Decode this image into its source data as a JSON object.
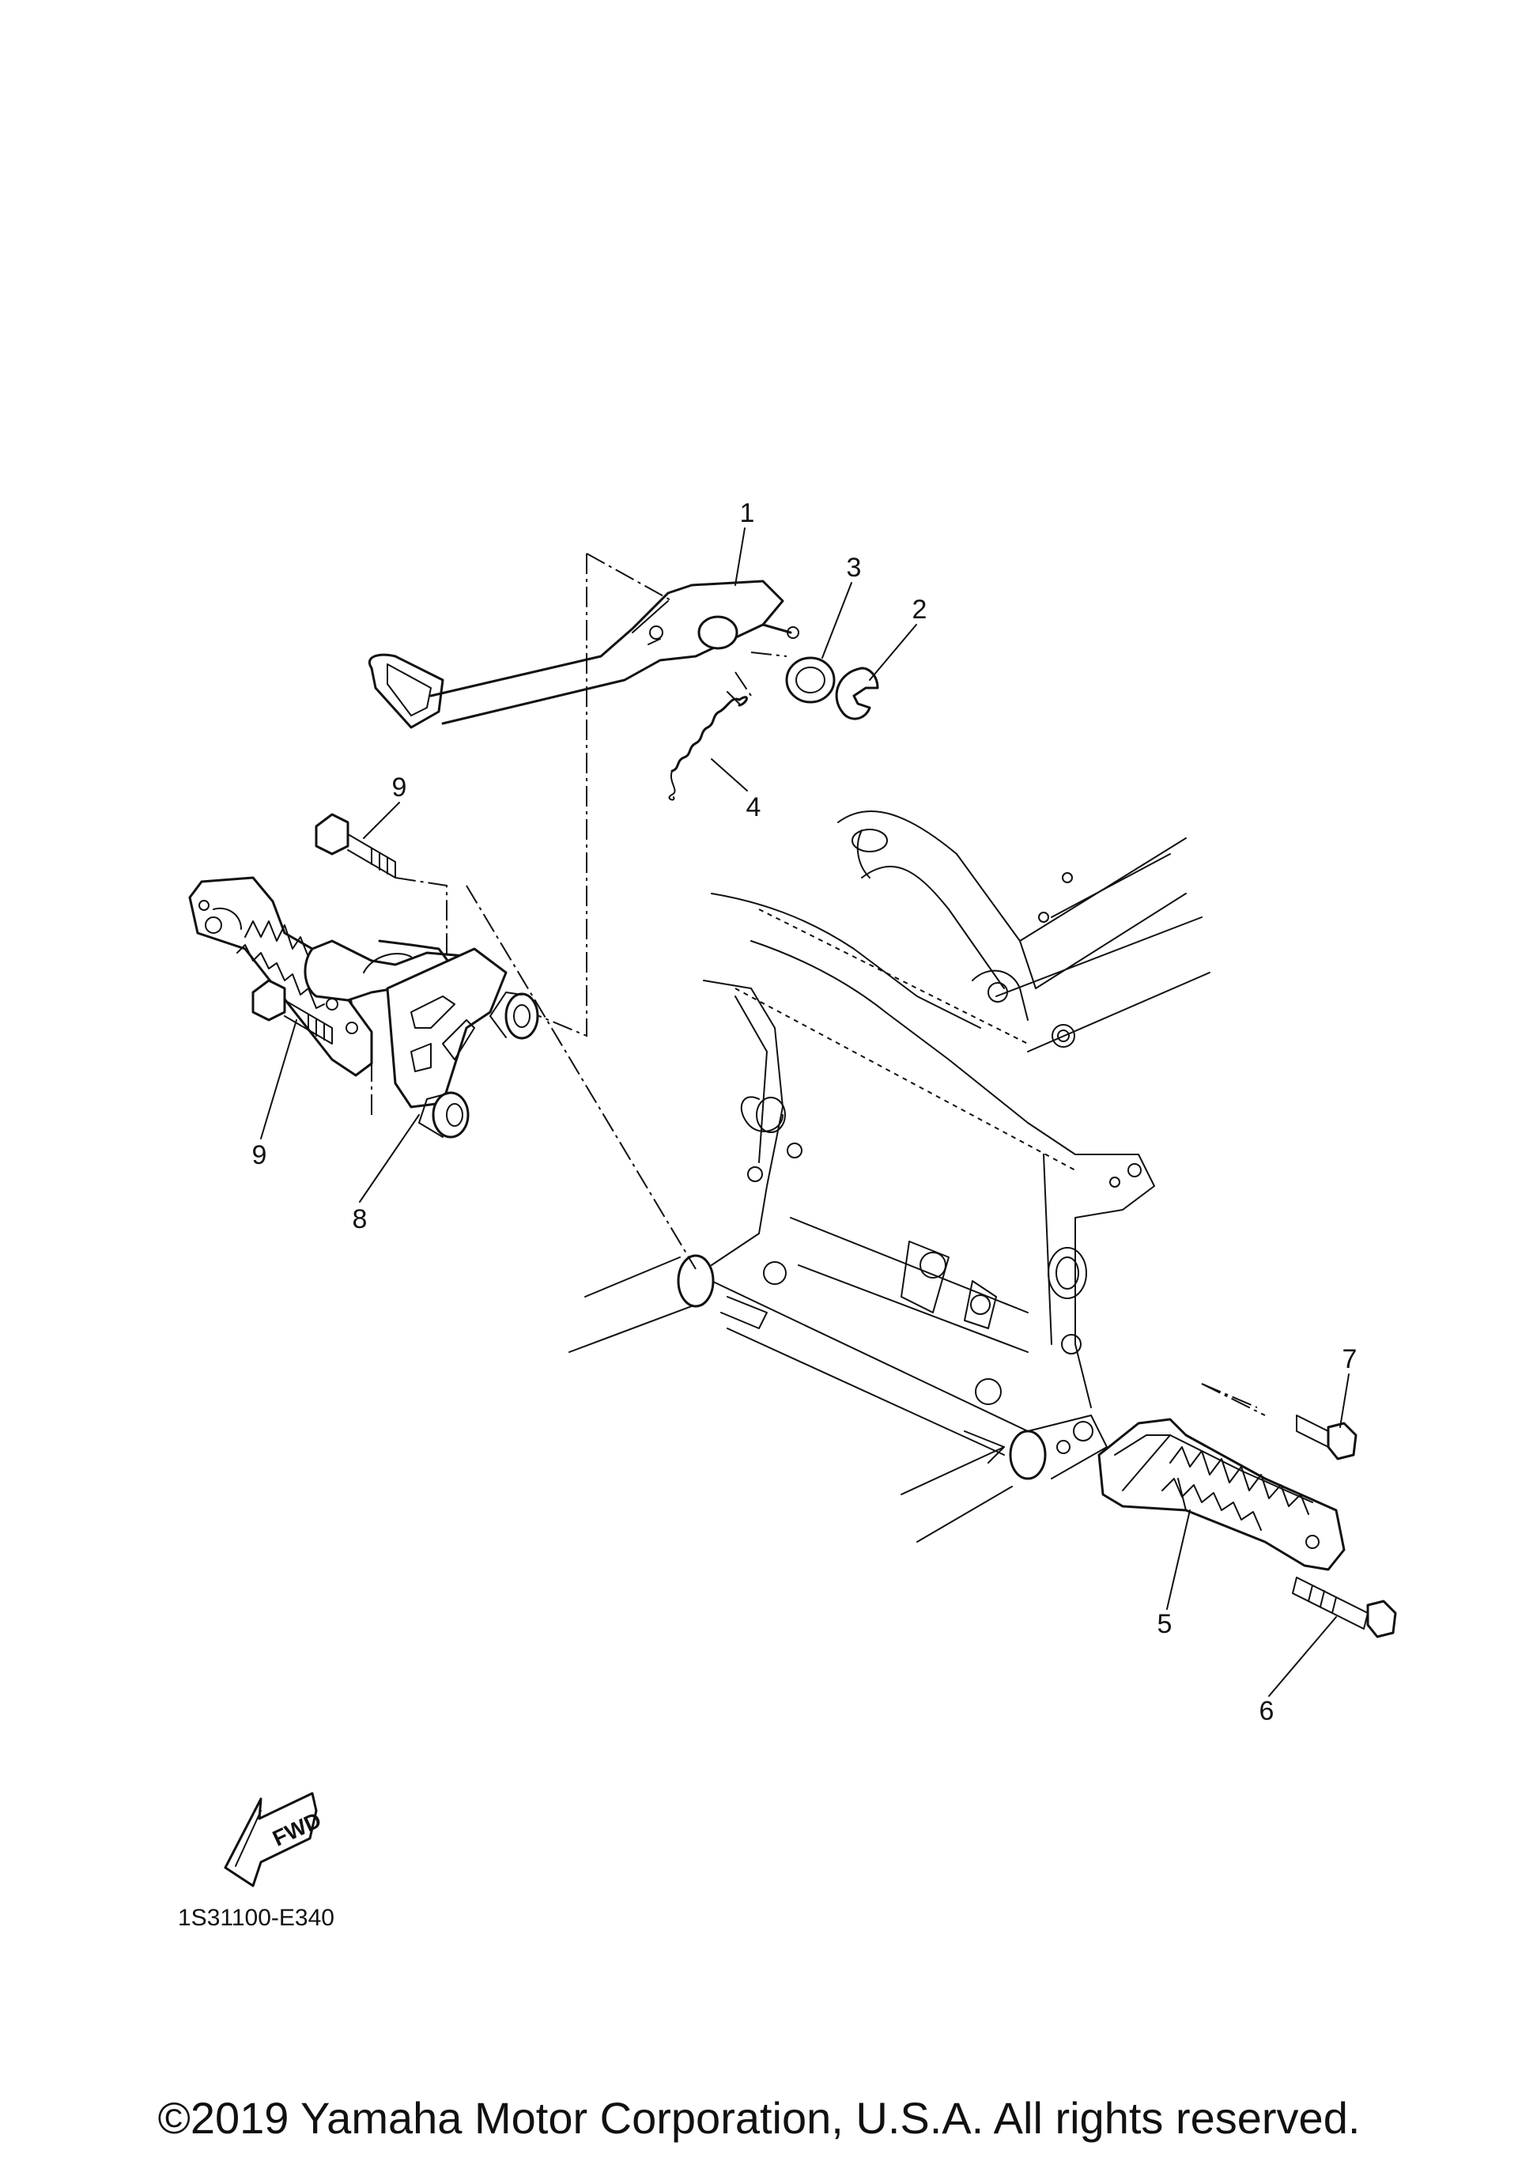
{
  "callouts": [
    "1",
    "2",
    "3",
    "4",
    "5",
    "6",
    "7",
    "8",
    "9",
    "9"
  ],
  "fwd_label": "FWD",
  "diagram_code": "1S31100-E340",
  "copyright": "©2019 Yamaha Motor Corporation, U.S.A. All rights reserved."
}
